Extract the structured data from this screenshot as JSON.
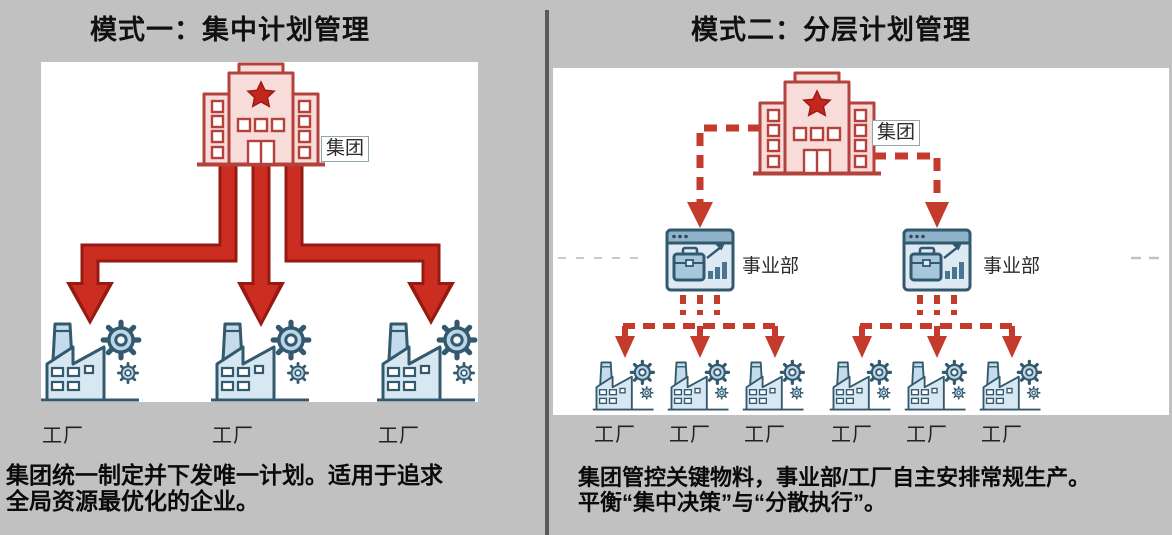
{
  "left": {
    "title": "模式一：集中计划管理",
    "group_label": "集团",
    "factory_labels": [
      "工厂",
      "工厂",
      "工厂"
    ],
    "caption_lines": [
      "集团统一制定并下发唯一计划。适用于追求",
      "全局资源最优化的企业。"
    ]
  },
  "right": {
    "title": "模式二：分层计划管理",
    "group_label": "集团",
    "division_labels": [
      "事业部",
      "事业部"
    ],
    "factory_labels": [
      "工厂",
      "工厂",
      "工厂",
      "工厂",
      "工厂",
      "工厂"
    ],
    "caption_lines": [
      "集团管控关键物料，事业部/工厂自主安排常规生产。",
      "平衡“集中决策”与“分散执行”。"
    ]
  },
  "colors": {
    "background": "#c1c1c1",
    "panel_white": "#ffffff",
    "divider_gray": "#5a5a5a",
    "arrow_red": "#cb2d20",
    "arrow_red_outline": "#961a12",
    "dashed_red": "#c43a2b",
    "hq_outline": "#b4423c",
    "hq_fill": "#f8dcda",
    "star_red": "#c4261d",
    "factory_outline": "#33596e",
    "factory_fill": "#d8e8f2",
    "text_black": "#0b0b0b"
  }
}
